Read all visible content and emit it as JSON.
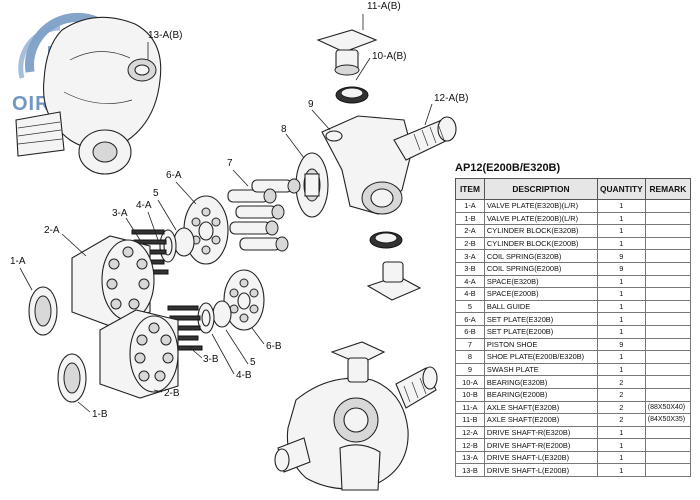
{
  "logo": {
    "text": "OIREAL"
  },
  "callouts": {
    "c13a": "13-A(B)",
    "c11a": "11-A(B)",
    "c10a": "10-A(B)",
    "c12a": "12-A(B)",
    "c9": "9",
    "c8": "8",
    "c7": "7",
    "c6a": "6-A",
    "c5top": "5",
    "c4a": "4-A",
    "c3a": "3-A",
    "c2a": "2-A",
    "c1a": "1-A",
    "c3b": "3-B",
    "c5bot": "5",
    "c6b": "6-B",
    "c4b": "4-B",
    "c2b": "2-B",
    "c1b": "1-B"
  },
  "table": {
    "title": "AP12(E200B/E320B)",
    "headers": {
      "item": "ITEM",
      "description": "DESCRIPTION",
      "quantity": "QUANTITY",
      "remark": "REMARK"
    },
    "rows": [
      {
        "item": "1-A",
        "description": "VALVE PLATE(E320B)(L/R)",
        "quantity": "1",
        "remark": ""
      },
      {
        "item": "1-B",
        "description": "VALVE PLATE(E200B)(L/R)",
        "quantity": "1",
        "remark": ""
      },
      {
        "item": "2-A",
        "description": "CYLINDER BLOCK(E320B)",
        "quantity": "1",
        "remark": ""
      },
      {
        "item": "2-B",
        "description": "CYLINDER BLOCK(E200B)",
        "quantity": "1",
        "remark": ""
      },
      {
        "item": "3-A",
        "description": "COIL SPRING(E320B)",
        "quantity": "9",
        "remark": ""
      },
      {
        "item": "3-B",
        "description": "COIL SPRING(E200B)",
        "quantity": "9",
        "remark": ""
      },
      {
        "item": "4-A",
        "description": "SPACE(E320B)",
        "quantity": "1",
        "remark": ""
      },
      {
        "item": "4-B",
        "description": "SPACE(E200B)",
        "quantity": "1",
        "remark": ""
      },
      {
        "item": "5",
        "description": "BALL GUIDE",
        "quantity": "1",
        "remark": ""
      },
      {
        "item": "6-A",
        "description": "SET PLATE(E320B)",
        "quantity": "1",
        "remark": ""
      },
      {
        "item": "6-B",
        "description": "SET PLATE(E200B)",
        "quantity": "1",
        "remark": ""
      },
      {
        "item": "7",
        "description": "PISTON SHOE",
        "quantity": "9",
        "remark": ""
      },
      {
        "item": "8",
        "description": "SHOE PLATE(E200B/E320B)",
        "quantity": "1",
        "remark": ""
      },
      {
        "item": "9",
        "description": "SWASH PLATE",
        "quantity": "1",
        "remark": ""
      },
      {
        "item": "10-A",
        "description": "BEARING(E320B)",
        "quantity": "2",
        "remark": ""
      },
      {
        "item": "10-B",
        "description": "BEARING(E200B)",
        "quantity": "2",
        "remark": ""
      },
      {
        "item": "11-A",
        "description": "AXLE SHAFT(E320B)",
        "quantity": "2",
        "remark": "(88X50X40)"
      },
      {
        "item": "11-B",
        "description": "AXLE SHAFT(E200B)",
        "quantity": "2",
        "remark": "(84X50X35)"
      },
      {
        "item": "12-A",
        "description": "DRIVE SHAFT-R(E320B)",
        "quantity": "1",
        "remark": ""
      },
      {
        "item": "12-B",
        "description": "DRIVE SHAFT-R(E200B)",
        "quantity": "1",
        "remark": ""
      },
      {
        "item": "13-A",
        "description": "DRIVE SHAFT-L(E320B)",
        "quantity": "1",
        "remark": ""
      },
      {
        "item": "13-B",
        "description": "DRIVE SHAFT-L(E200B)",
        "quantity": "1",
        "remark": ""
      }
    ]
  }
}
